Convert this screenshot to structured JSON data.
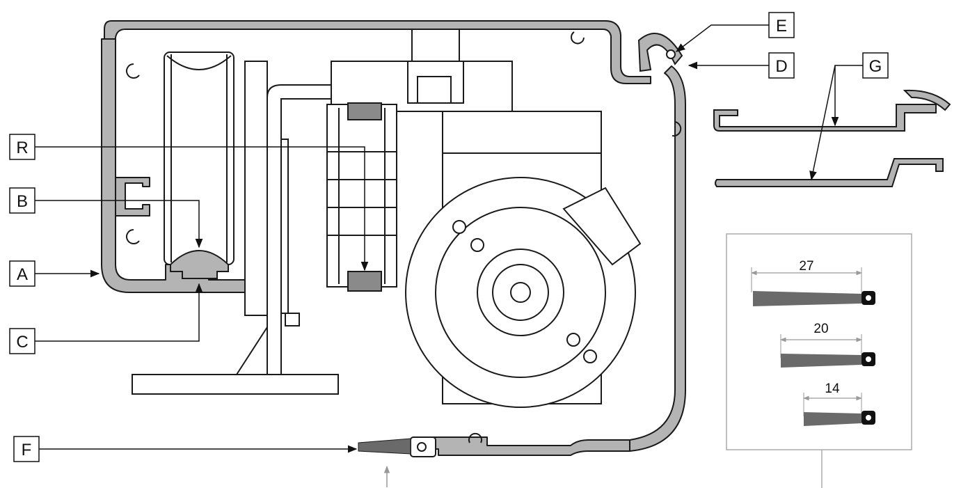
{
  "callouts": {
    "A": "A",
    "B": "B",
    "C": "C",
    "D": "D",
    "E": "E",
    "F": "F",
    "G": "G",
    "R": "R"
  },
  "brush_sizes": [
    "27",
    "20",
    "14"
  ],
  "colors": {
    "profile_fill": "#b4b4b4",
    "line": "#1a1a1a",
    "dim_line": "#9a9a9a",
    "background": "#ffffff"
  }
}
